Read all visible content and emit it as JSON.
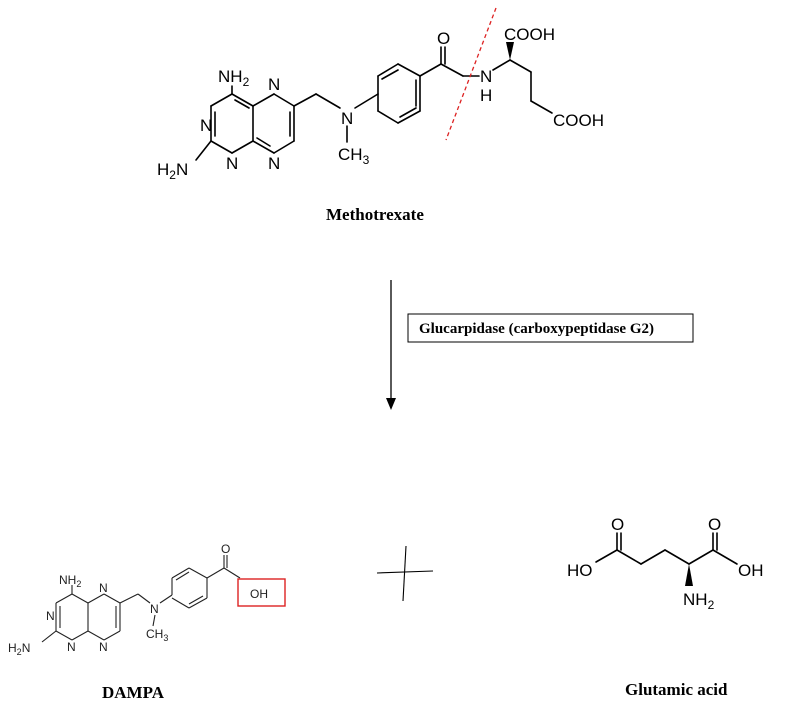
{
  "methotrexate": {
    "caption": "Methotrexate",
    "atoms": {
      "nh2_top": "NH",
      "nh2_top_sub": "2",
      "n1": "N",
      "n2": "N",
      "n3": "N",
      "n4": "N",
      "h2n": "H",
      "h2n_sub": "2",
      "h2n_tail": "N",
      "n_amine": "N",
      "ch3": "CH",
      "ch3_sub": "3",
      "o": "O",
      "nh_n": "N",
      "nh_h": "H",
      "cooh_top": "COOH",
      "cooh_bottom": "COOH"
    }
  },
  "reaction": {
    "enzyme_label": "Glucarpidase (carboxypeptidase G2)",
    "plus_sign": "+"
  },
  "dampa": {
    "caption": "DAMPA",
    "atoms": {
      "nh2": "NH",
      "nh2_sub": "2",
      "h2n": "H",
      "h2n_sub": "2",
      "h2n_tail": "N",
      "n1": "N",
      "n2": "N",
      "n3": "N",
      "n4": "N",
      "n_amine": "N",
      "ch3": "CH",
      "ch3_sub": "3",
      "o": "O",
      "oh": "OH"
    }
  },
  "glutamic_acid": {
    "caption": "Glutamic acid",
    "atoms": {
      "o_left": "O",
      "o_right": "O",
      "ho": "HO",
      "oh": "OH",
      "nh2": "NH",
      "nh2_sub": "2"
    }
  },
  "colors": {
    "cleavage_line": "#dd2222",
    "highlight_box": "#dd2222",
    "ink": "#000000"
  }
}
